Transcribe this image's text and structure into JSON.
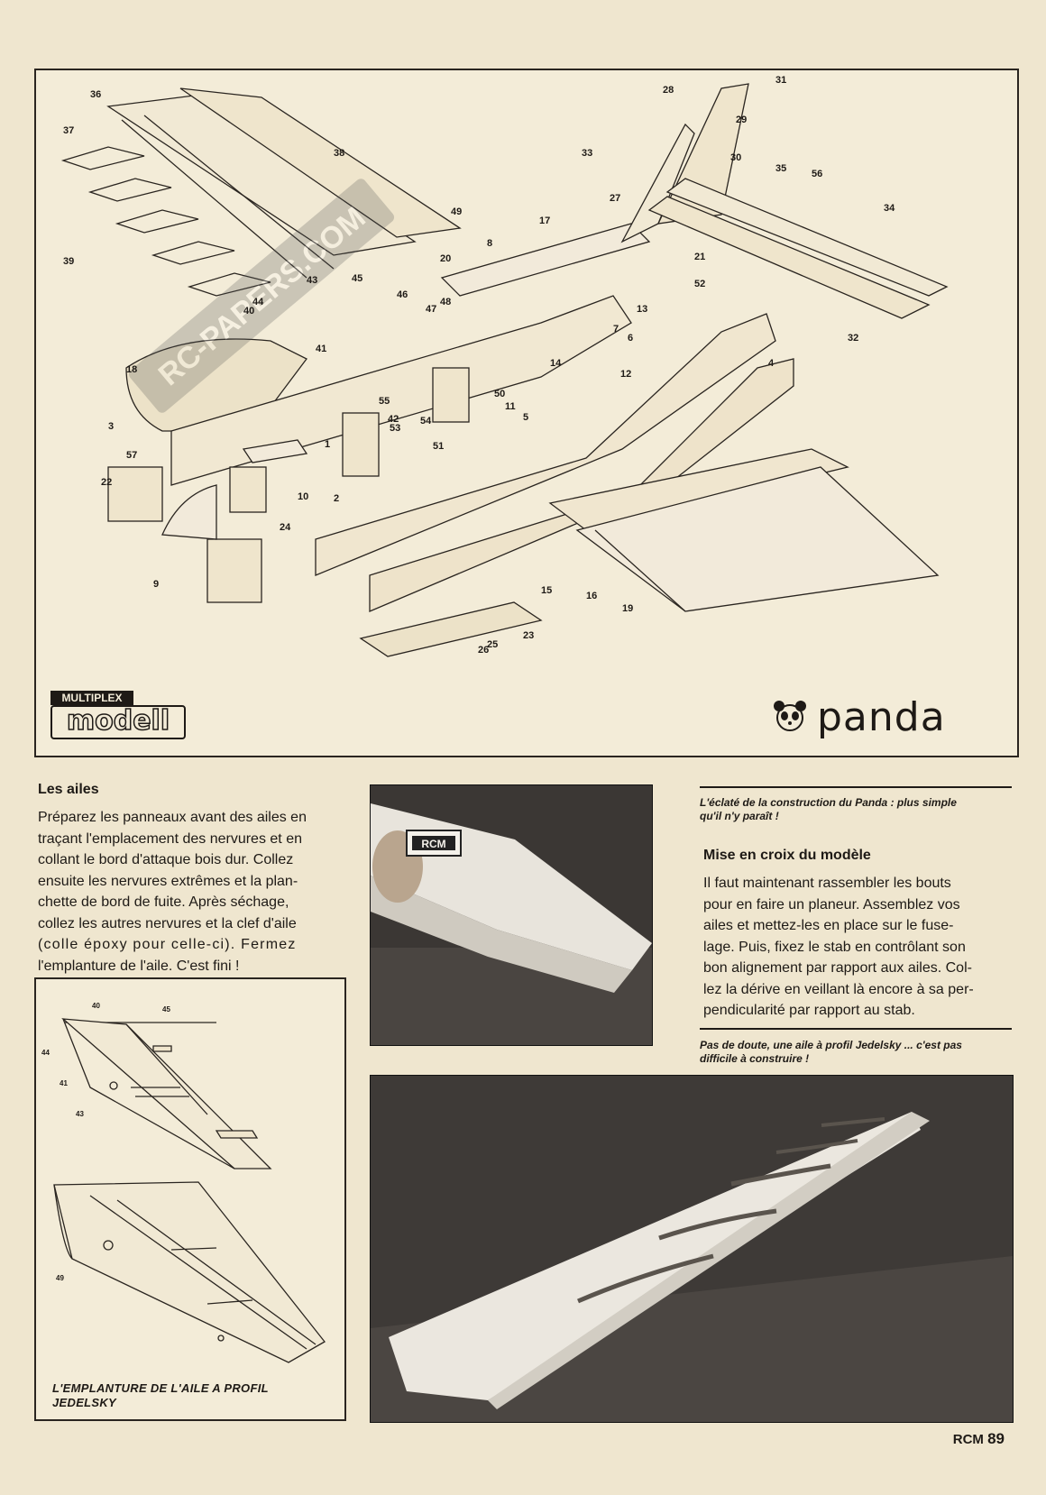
{
  "diagram": {
    "callouts": [
      "36",
      "37",
      "38",
      "39",
      "49",
      "17",
      "20",
      "8",
      "21",
      "52",
      "27",
      "33",
      "28",
      "31",
      "29",
      "30",
      "35",
      "56",
      "34",
      "32",
      "43",
      "45",
      "44",
      "40",
      "46",
      "47",
      "48",
      "41",
      "7",
      "6",
      "12",
      "13",
      "14",
      "5",
      "4",
      "18",
      "55",
      "42",
      "53",
      "54",
      "50",
      "51",
      "11",
      "3",
      "57",
      "1",
      "2",
      "10",
      "22",
      "24",
      "9",
      "23",
      "25",
      "26",
      "15",
      "16",
      "19"
    ],
    "watermark": "RC-PAPERS.COM"
  },
  "logo": {
    "top": "MULTIPLEX",
    "bottom": "modell"
  },
  "brand": {
    "name": "panda"
  },
  "section1": {
    "title": "Les ailes",
    "lines": [
      "Préparez les panneaux avant des ailes en",
      "traçant l'emplacement des nervures et en",
      "collant le bord d'attaque bois dur. Collez",
      "ensuite les nervures extrêmes et la plan-",
      "chette de bord de fuite. Après séchage,",
      "collez les autres nervures et la clef d'aile",
      "(colle époxy pour celle-ci). Fermez",
      "l'emplanture de l'aile. C'est fini !"
    ]
  },
  "caption1": [
    "L'éclaté de la construction du Panda : plus simple",
    "qu'il n'y paraît !"
  ],
  "section2": {
    "title": "Mise en croix du modèle",
    "lines": [
      "Il faut maintenant rassembler les bouts",
      "pour en faire un planeur. Assemblez vos",
      "ailes et mettez-les en place sur le fuse-",
      "lage. Puis, fixez le stab en contrôlant son",
      "bon alignement par rapport aux ailes. Col-",
      "lez la dérive en veillant là encore à sa per-",
      "pendicularité par rapport au stab."
    ]
  },
  "caption2": [
    "Pas de doute, une aile à profil Jedelsky ... c'est pas",
    "difficile à construire !"
  ],
  "photo1": {
    "tag": "RCM"
  },
  "inset": {
    "callouts": [
      "40",
      "45",
      "44",
      "41",
      "43",
      "49"
    ],
    "caption": [
      "L'EMPLANTURE DE L'AILE A PROFIL",
      "JEDELSKY"
    ]
  },
  "footer": {
    "mag": "RCM",
    "page": "89"
  }
}
